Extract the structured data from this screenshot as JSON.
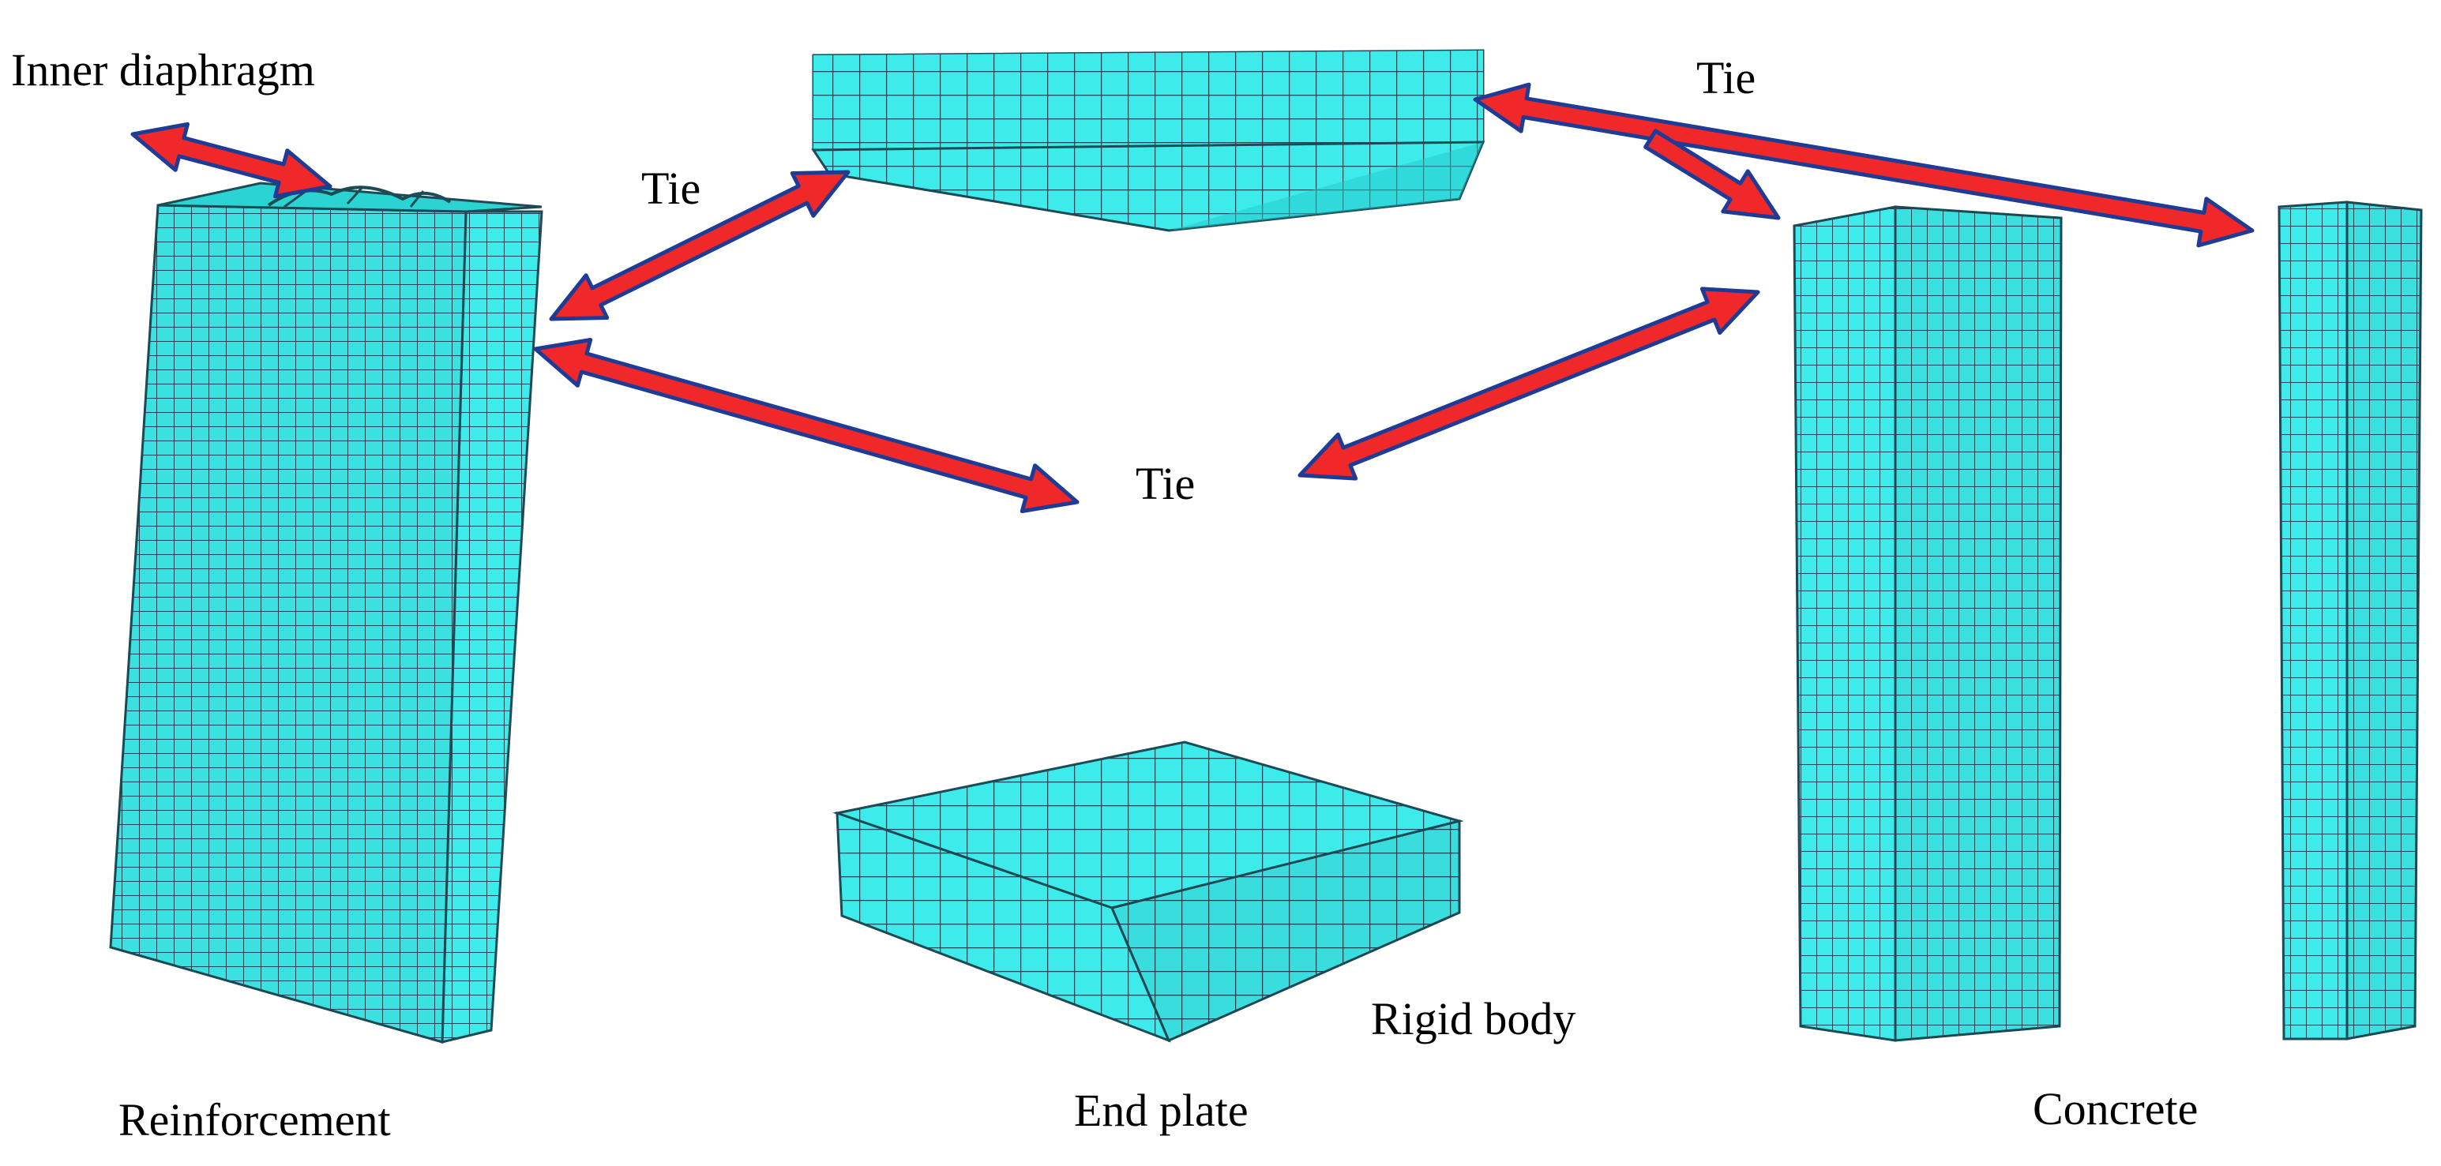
{
  "colors": {
    "mesh_fill": "#3EEBEB",
    "mesh_fill_dark": "#22C9C9",
    "mesh_line": "#1C4A55",
    "arrow_fill": "#F0282A",
    "arrow_stroke": "#1E3C96",
    "text": "#000000"
  },
  "labels": {
    "inner_diaphragm": "Inner diaphragm",
    "tie_left": "Tie",
    "tie_top_right": "Tie",
    "tie_center": "Tie",
    "reinforcement": "Reinforcement",
    "end_plate": "End plate",
    "rigid_body": "Rigid body",
    "concrete": "Concrete"
  }
}
